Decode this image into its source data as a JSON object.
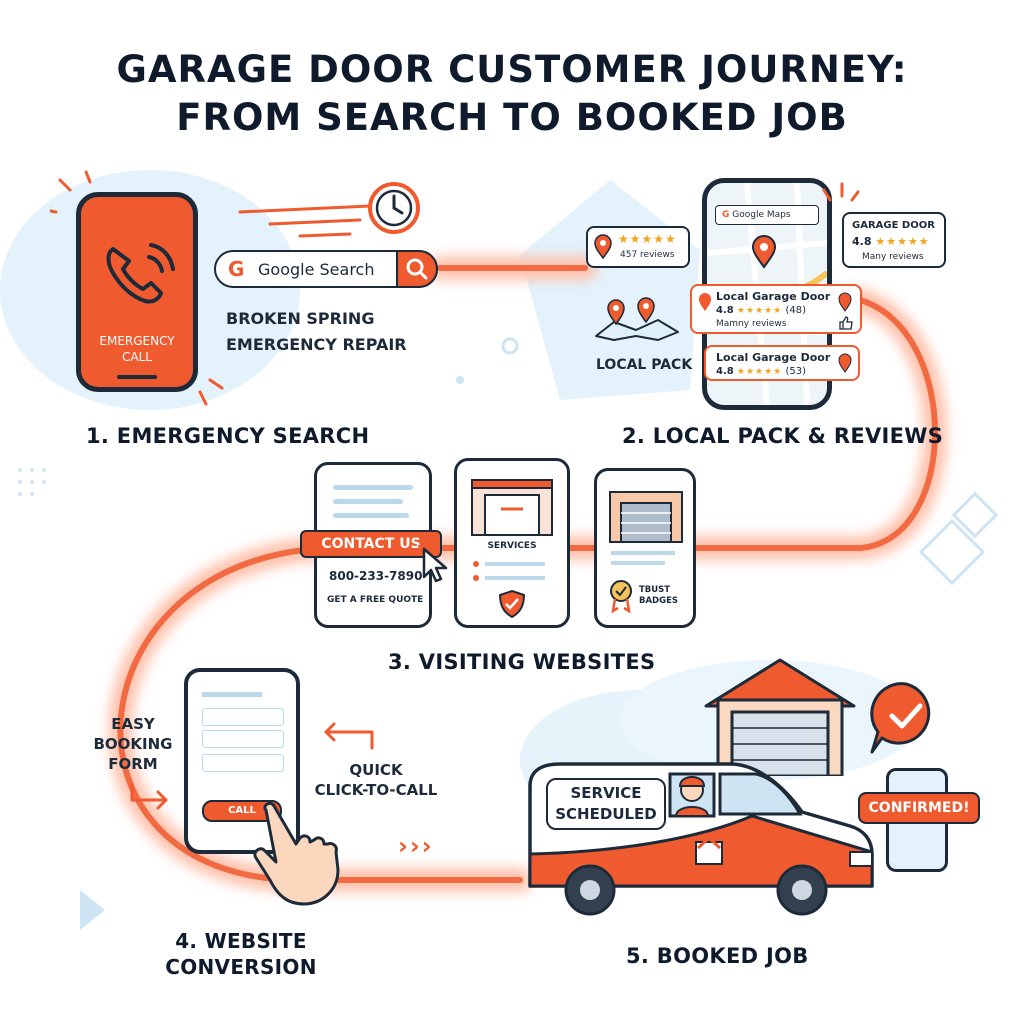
{
  "title": {
    "line1": "GARAGE DOOR CUSTOMER JOURNEY:",
    "line2": "FROM SEARCH TO BOOKED JOB"
  },
  "steps": [
    {
      "label": "1. EMERGENCY SEARCH"
    },
    {
      "label": "2. LOCAL PACK & REVIEWS"
    },
    {
      "label": "3. VISITING WEBSITES"
    },
    {
      "label": "4. WEBSITE",
      "label2": "CONVERSION"
    },
    {
      "label": "5. BOOKED JOB"
    }
  ],
  "step1": {
    "phone_text1": "EMERGENCY",
    "phone_text2": "CALL",
    "search_g": "G",
    "search_label": "Google Search",
    "query1": "BROKEN SPRING",
    "query2": "EMERGENCY REPAIR"
  },
  "step2": {
    "maps_label": "Google Maps",
    "reviews_count": "457 reviews",
    "stars": "★★★★★",
    "garage_title": "GARAGE DOOR",
    "garage_rating": "4.8",
    "garage_reviews": "Many reviews",
    "local_pack_label": "LOCAL PACK",
    "listing1": {
      "name": "Local Garage Door",
      "rating": "4.8",
      "count": "(48)",
      "note": "Mamny reviews"
    },
    "listing2": {
      "name": "Local Garage Door",
      "rating": "4.8",
      "count": "(53)"
    }
  },
  "step3": {
    "contact_button": "CONTACT US",
    "phone_number": "800-233-7890",
    "quote": "GET A FREE QUOTE",
    "services": "SERVICES",
    "trust1": "TBUST",
    "trust2": "BADGES"
  },
  "step4": {
    "easy1": "EASY",
    "easy2": "BOOKING",
    "easy3": "FORM",
    "quick1": "QUICK",
    "quick2": "CLICK-TO-CALL",
    "call_button": "CALL",
    "arrows": "›››"
  },
  "step5": {
    "van1": "SERVICE",
    "van2": "SCHEDULED",
    "confirmed": "CONFIRMED!"
  },
  "colors": {
    "accent": "#ef5a2f",
    "ink": "#1d2a3a",
    "light_blue": "#dff0f9",
    "star": "#f3a41c"
  }
}
